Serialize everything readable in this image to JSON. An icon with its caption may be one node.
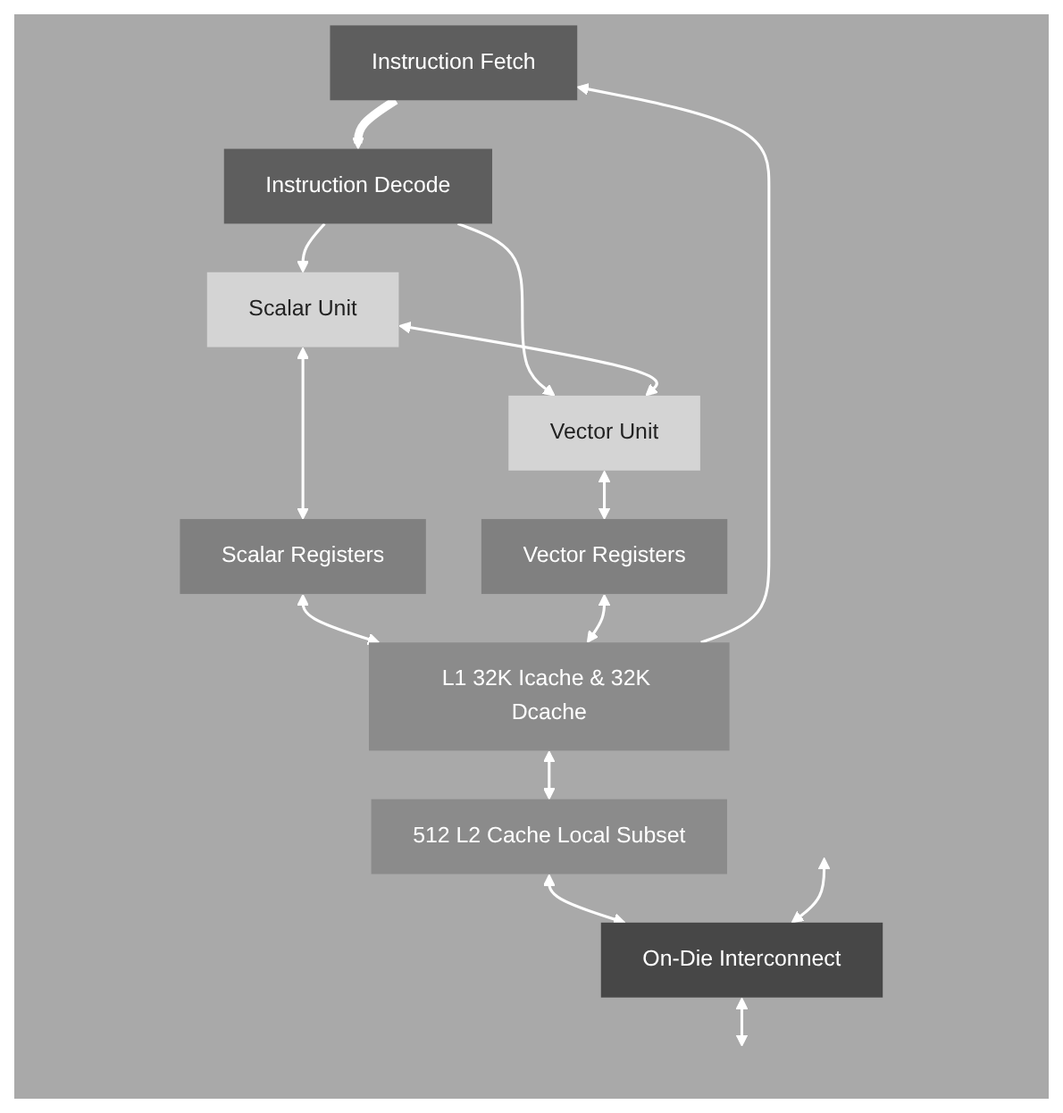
{
  "diagram": {
    "nodes": [
      {
        "text": [
          "Instruction Fetch"
        ]
      },
      {
        "text": [
          "Instruction Decode"
        ]
      },
      {
        "text": [
          "Scalar Unit"
        ]
      },
      {
        "text": [
          "Vector Unit"
        ]
      },
      {
        "text": [
          "Scalar Registers"
        ]
      },
      {
        "text": [
          "Vector Registers"
        ]
      },
      {
        "text": [
          "L1 32K Icache & 32K Dcache"
        ]
      },
      {
        "text": [
          "512 L2 Cache Local Subset"
        ]
      },
      {
        "text": [
          "On-Die Interconnect"
        ]
      }
    ],
    "edges": [
      {
        "from": 0,
        "to": 1,
        "arrow": "to",
        "style": "thick"
      },
      {
        "from": 1,
        "to": 2,
        "arrow": "to"
      },
      {
        "from": 1,
        "to": 3,
        "arrow": "to"
      },
      {
        "from": 2,
        "to": 3,
        "arrow": "both"
      },
      {
        "from": 2,
        "to": 4,
        "arrow": "both"
      },
      {
        "from": 3,
        "to": 5,
        "arrow": "both"
      },
      {
        "from": 4,
        "to": 6,
        "arrow": "both"
      },
      {
        "from": 5,
        "to": 6,
        "arrow": "both"
      },
      {
        "from": 6,
        "to": 0,
        "arrow": "to"
      },
      {
        "from": 6,
        "to": 7,
        "arrow": "both"
      },
      {
        "from": 7,
        "to": 8,
        "arrow": "both"
      },
      {
        "from": null,
        "to": 8,
        "arrow": "both"
      },
      {
        "from": 8,
        "to": null,
        "arrow": "both"
      }
    ]
  }
}
